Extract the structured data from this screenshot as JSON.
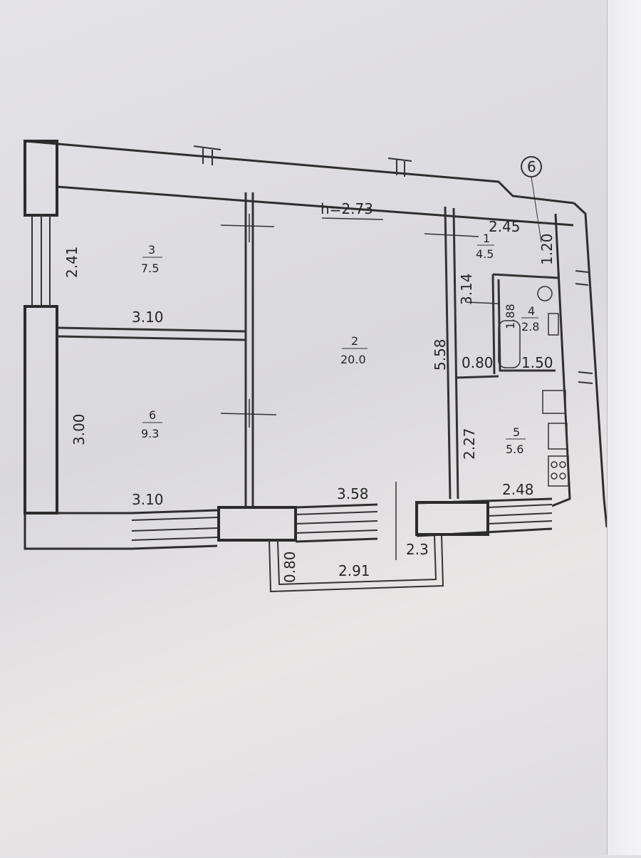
{
  "plan": {
    "ceiling_height": "h=2.73",
    "axis_marker": "6",
    "rooms": [
      {
        "number": "1",
        "area": "4.5"
      },
      {
        "number": "2",
        "area": "20.0"
      },
      {
        "number": "3",
        "area": "7.5"
      },
      {
        "number": "4",
        "area": "2.8"
      },
      {
        "number": "5",
        "area": "5.6"
      },
      {
        "number": "6",
        "area": "9.3"
      }
    ],
    "dimensions": {
      "room3_height": "2.41",
      "room3_width": "3.10",
      "room6_height": "3.00",
      "room6_width": "3.10",
      "room2_width": "3.58",
      "room2_height": "5.58",
      "hall_top": "2.45",
      "hall_right": "1.20",
      "hall_height": "3.14",
      "bath_height": "1.88",
      "bath_door": "0.80",
      "bath_width": "1.50",
      "kitchen_height": "2.27",
      "kitchen_width": "2.48",
      "balcony_area": "2.3",
      "balcony_depth": "0.80",
      "balcony_width": "2.91"
    }
  }
}
